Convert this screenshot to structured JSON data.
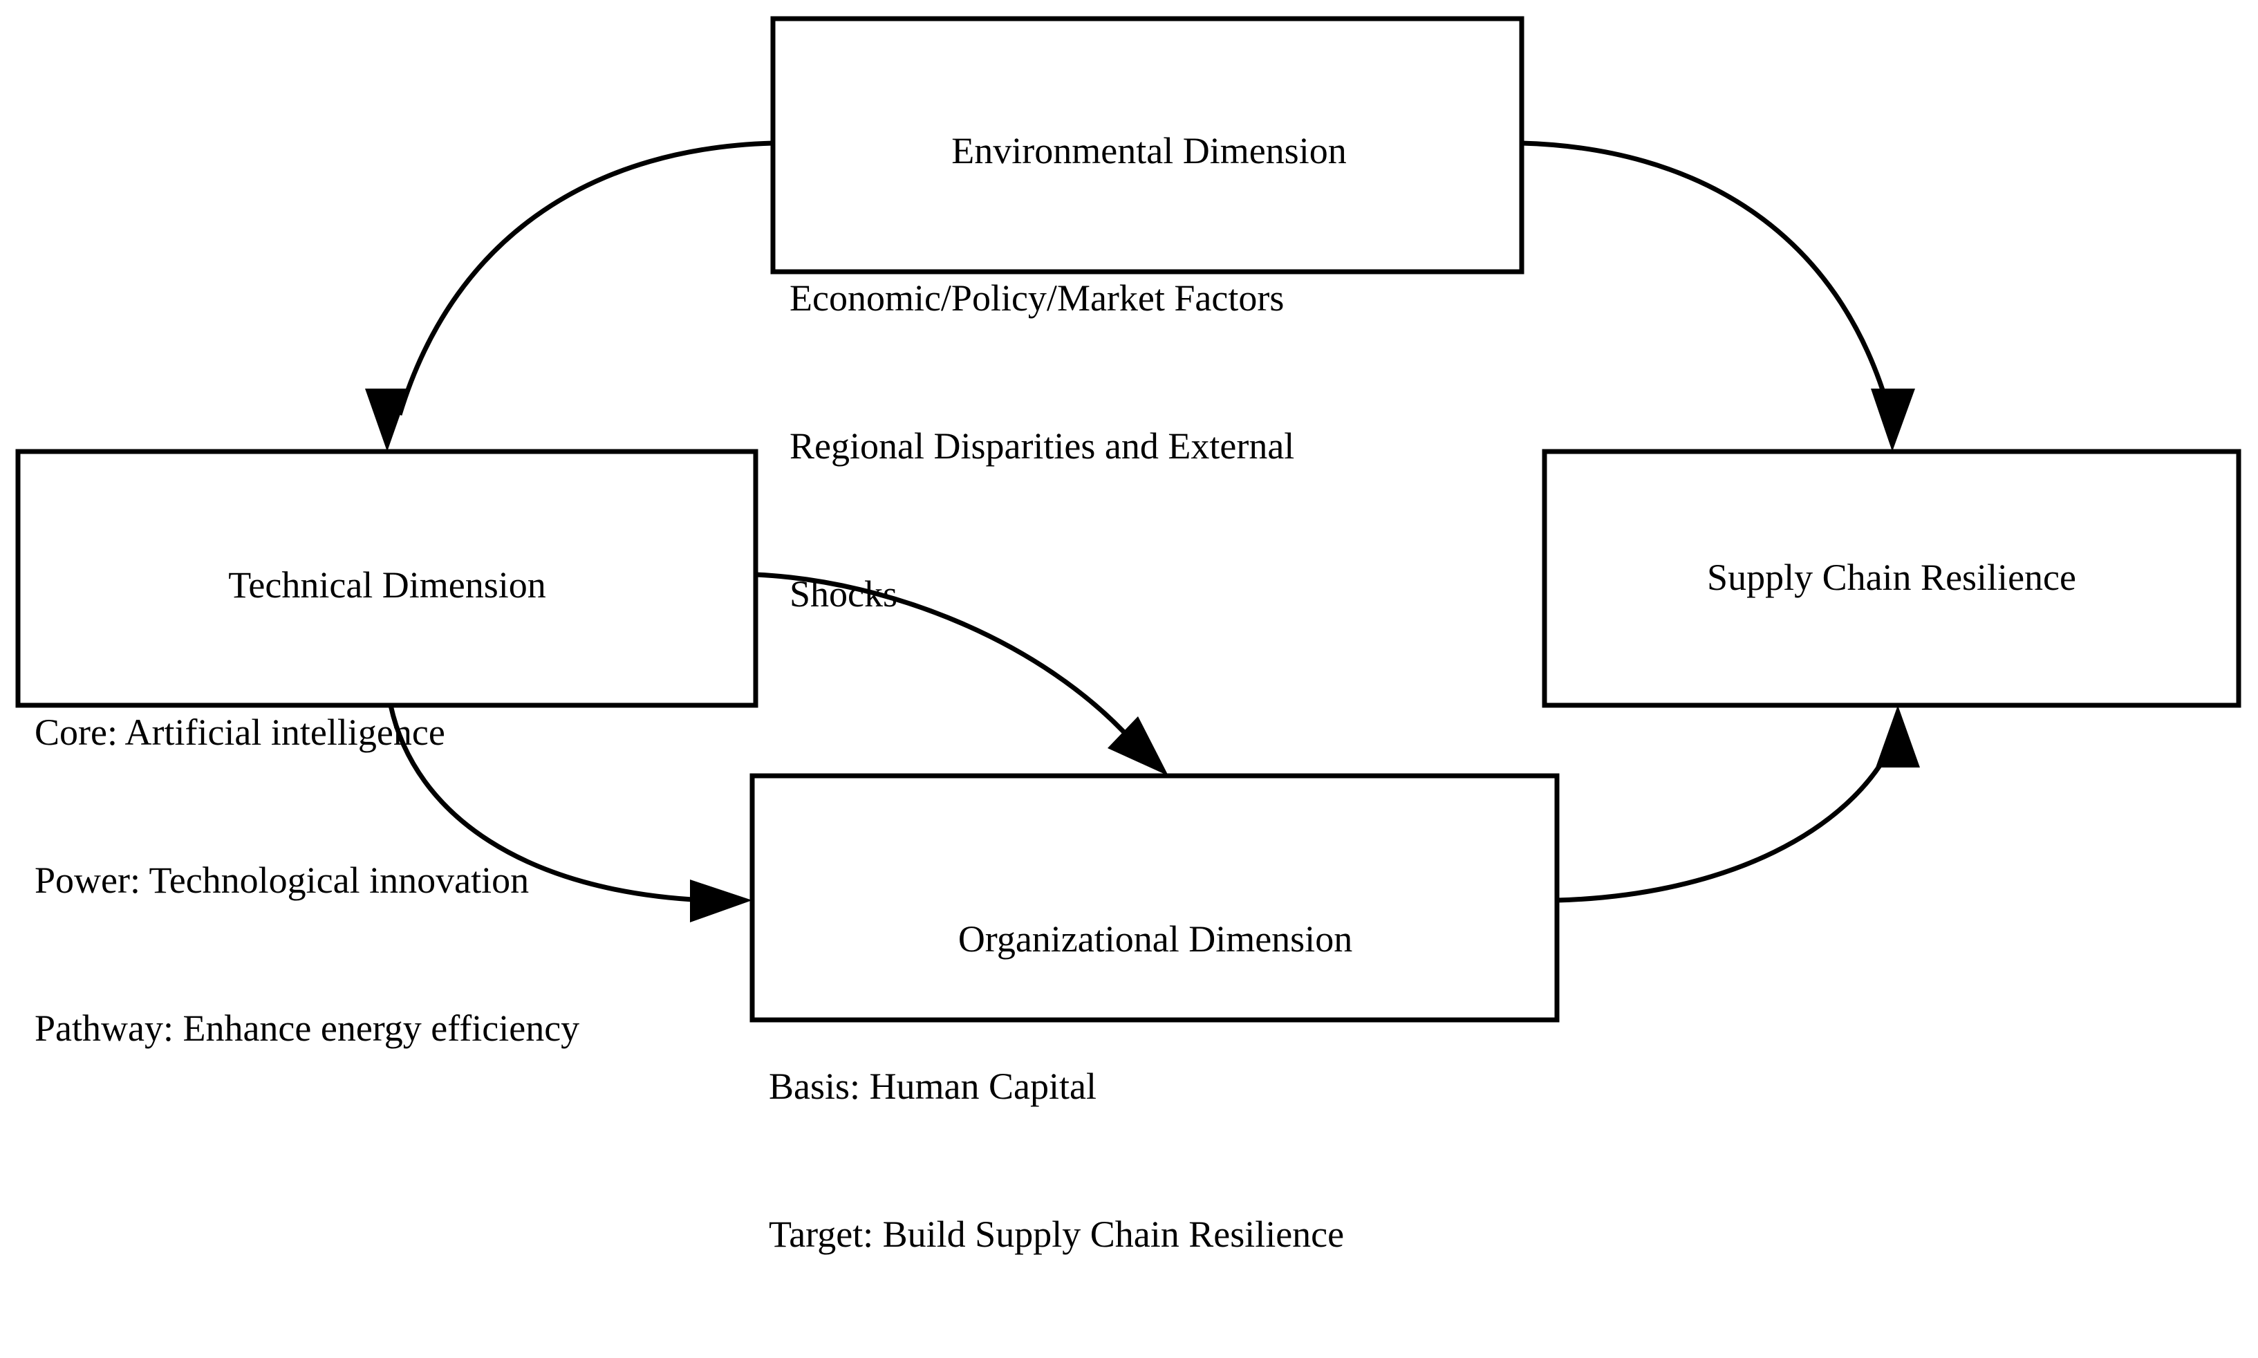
{
  "diagram": {
    "type": "flow-diagram",
    "background_color": "#ffffff",
    "line_color": "#000000",
    "nodes": [
      {
        "id": "environmental",
        "title": "Environmental Dimension",
        "lines": [
          "Economic/Policy/Market Factors",
          "Regional Disparities and External",
          "Shocks"
        ]
      },
      {
        "id": "technical",
        "title": "Technical Dimension",
        "lines": [
          "Core: Artificial intelligence",
          "Power: Technological innovation",
          "Pathway: Enhance energy efficiency"
        ]
      },
      {
        "id": "organizational",
        "title": "Organizational Dimension",
        "lines": [
          "Basis: Human Capital",
          "Target: Build Supply Chain Resilience"
        ]
      },
      {
        "id": "supplychain",
        "title": "Supply Chain Resilience",
        "lines": []
      }
    ],
    "edges": [
      {
        "id": "env-to-tech",
        "from": "environmental",
        "to": "technical",
        "style": "curved-arrow"
      },
      {
        "id": "env-to-scr",
        "from": "environmental",
        "to": "supplychain",
        "style": "curved-arrow"
      },
      {
        "id": "tech-to-org-top",
        "from": "technical",
        "to": "organizational",
        "style": "curved-arrow"
      },
      {
        "id": "tech-to-org-left",
        "from": "technical",
        "to": "organizational",
        "style": "curved-arrow"
      },
      {
        "id": "org-to-scr",
        "from": "organizational",
        "to": "supplychain",
        "style": "curved-arrow"
      }
    ]
  }
}
